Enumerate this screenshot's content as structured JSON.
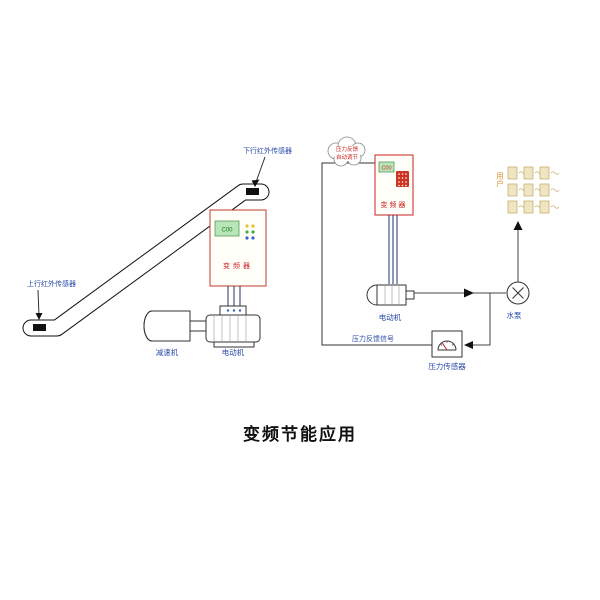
{
  "title": "变频节能应用",
  "colors": {
    "accent_red": "#cc2222",
    "label_blue": "#2a49a8",
    "users_orange": "#d89030",
    "display_green": "#b8e6b8",
    "line_dark": "#333333"
  },
  "escalator_system": {
    "sensor_top_label": "下行红外传感器",
    "sensor_bottom_label": "上行红外传感器",
    "inverter_display": "C00",
    "inverter_label": "变频器",
    "reducer_label": "减速机",
    "motor_label": "电动机"
  },
  "pump_system": {
    "cloud_line1": "压力反馈",
    "cloud_line2": "自动调节",
    "inverter_display": "C00",
    "inverter_label": "变频器",
    "motor_label": "电动机",
    "pump_label": "水泵",
    "users_label": "用户",
    "feedback_signal_label": "压力反馈信号",
    "pressure_sensor_label": "压力传感器"
  }
}
